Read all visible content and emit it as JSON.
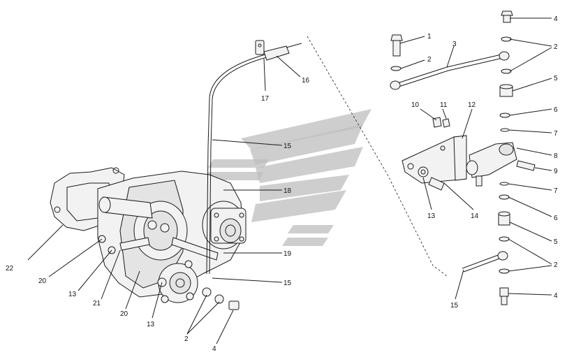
{
  "colors": {
    "ink": "#1a1a1a",
    "watermark": "#bdbdbd",
    "background": "#ffffff"
  },
  "callouts": {
    "c1": "1",
    "c2a": "2",
    "c2b": "2",
    "c2c": "2",
    "c2d": "2",
    "c3": "3",
    "c4a": "4",
    "c4b": "4",
    "c4c": "4",
    "c5a": "5",
    "c5b": "5",
    "c6a": "6",
    "c6b": "6",
    "c7a": "7",
    "c7b": "7",
    "c8": "8",
    "c9": "9",
    "c10": "10",
    "c11": "11",
    "c12": "12",
    "c13a": "13",
    "c13b": "13",
    "c13c": "13",
    "c14": "14",
    "c15a": "15",
    "c15b": "15",
    "c15c": "15",
    "c16": "16",
    "c17": "17",
    "c18": "18",
    "c19": "19",
    "c20a": "20",
    "c20b": "20",
    "c21": "21",
    "c22": "22"
  }
}
